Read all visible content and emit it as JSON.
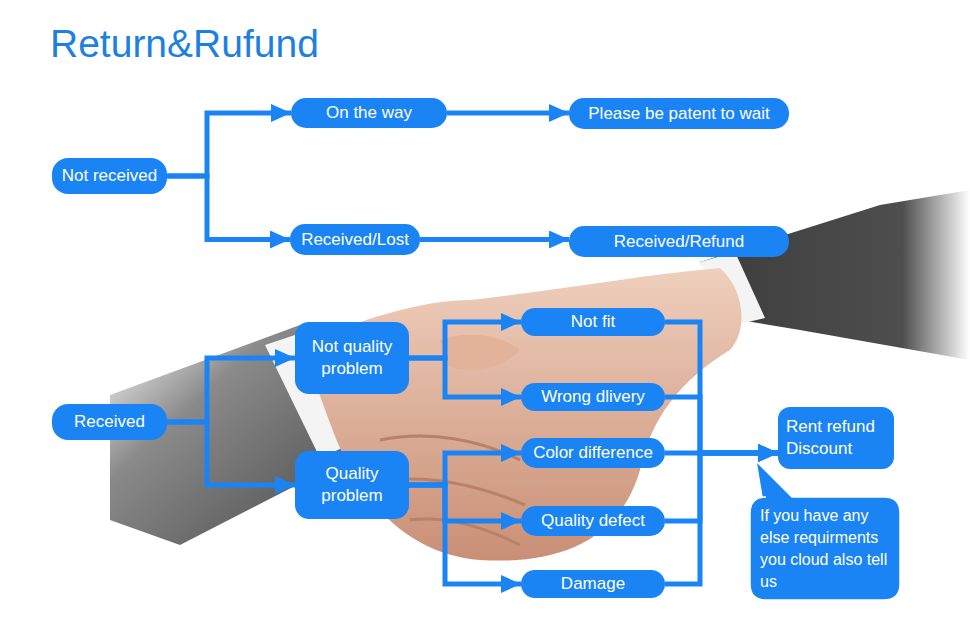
{
  "diagram": {
    "title": "Return&Rufund",
    "nodes": [
      {
        "text": [
          "Not received"
        ]
      },
      {
        "text": [
          "On the way"
        ]
      },
      {
        "text": [
          "Please be patent to wait"
        ]
      },
      {
        "text": [
          "Received/Lost"
        ]
      },
      {
        "text": [
          "Received/Refund"
        ]
      },
      {
        "text": [
          "Received"
        ]
      },
      {
        "text": [
          "Not quality problem"
        ]
      },
      {
        "text": [
          "Quality problem"
        ]
      },
      {
        "text": [
          "Not fit"
        ]
      },
      {
        "text": [
          "Wrong dlivery"
        ]
      },
      {
        "text": [
          "Color difference"
        ]
      },
      {
        "text": [
          "Quality defect"
        ]
      },
      {
        "text": [
          "Damage"
        ]
      },
      {
        "text": [
          "Rent refund Discount"
        ]
      },
      {
        "text": [
          "If you have any else requirments you cloud also tell us"
        ]
      }
    ],
    "edges": [
      {
        "from": 0,
        "to": 1,
        "arrow": "to"
      },
      {
        "from": 0,
        "to": 3,
        "arrow": "to"
      },
      {
        "from": 1,
        "to": 2,
        "arrow": "to"
      },
      {
        "from": 3,
        "to": 4,
        "arrow": "to"
      },
      {
        "from": 5,
        "to": 6,
        "arrow": "to"
      },
      {
        "from": 5,
        "to": 7,
        "arrow": "to"
      },
      {
        "from": 6,
        "to": 8,
        "arrow": "to"
      },
      {
        "from": 6,
        "to": 9,
        "arrow": "to"
      },
      {
        "from": 7,
        "to": 10,
        "arrow": "to"
      },
      {
        "from": 7,
        "to": 11,
        "arrow": "to"
      },
      {
        "from": 7,
        "to": 12,
        "arrow": "to"
      },
      {
        "from": 8,
        "to": 13,
        "arrow": "to"
      },
      {
        "from": 9,
        "to": 13,
        "arrow": "to"
      },
      {
        "from": 10,
        "to": 13,
        "arrow": "to"
      },
      {
        "from": 11,
        "to": 13,
        "arrow": "to"
      },
      {
        "from": 12,
        "to": 13,
        "arrow": "to"
      }
    ]
  }
}
